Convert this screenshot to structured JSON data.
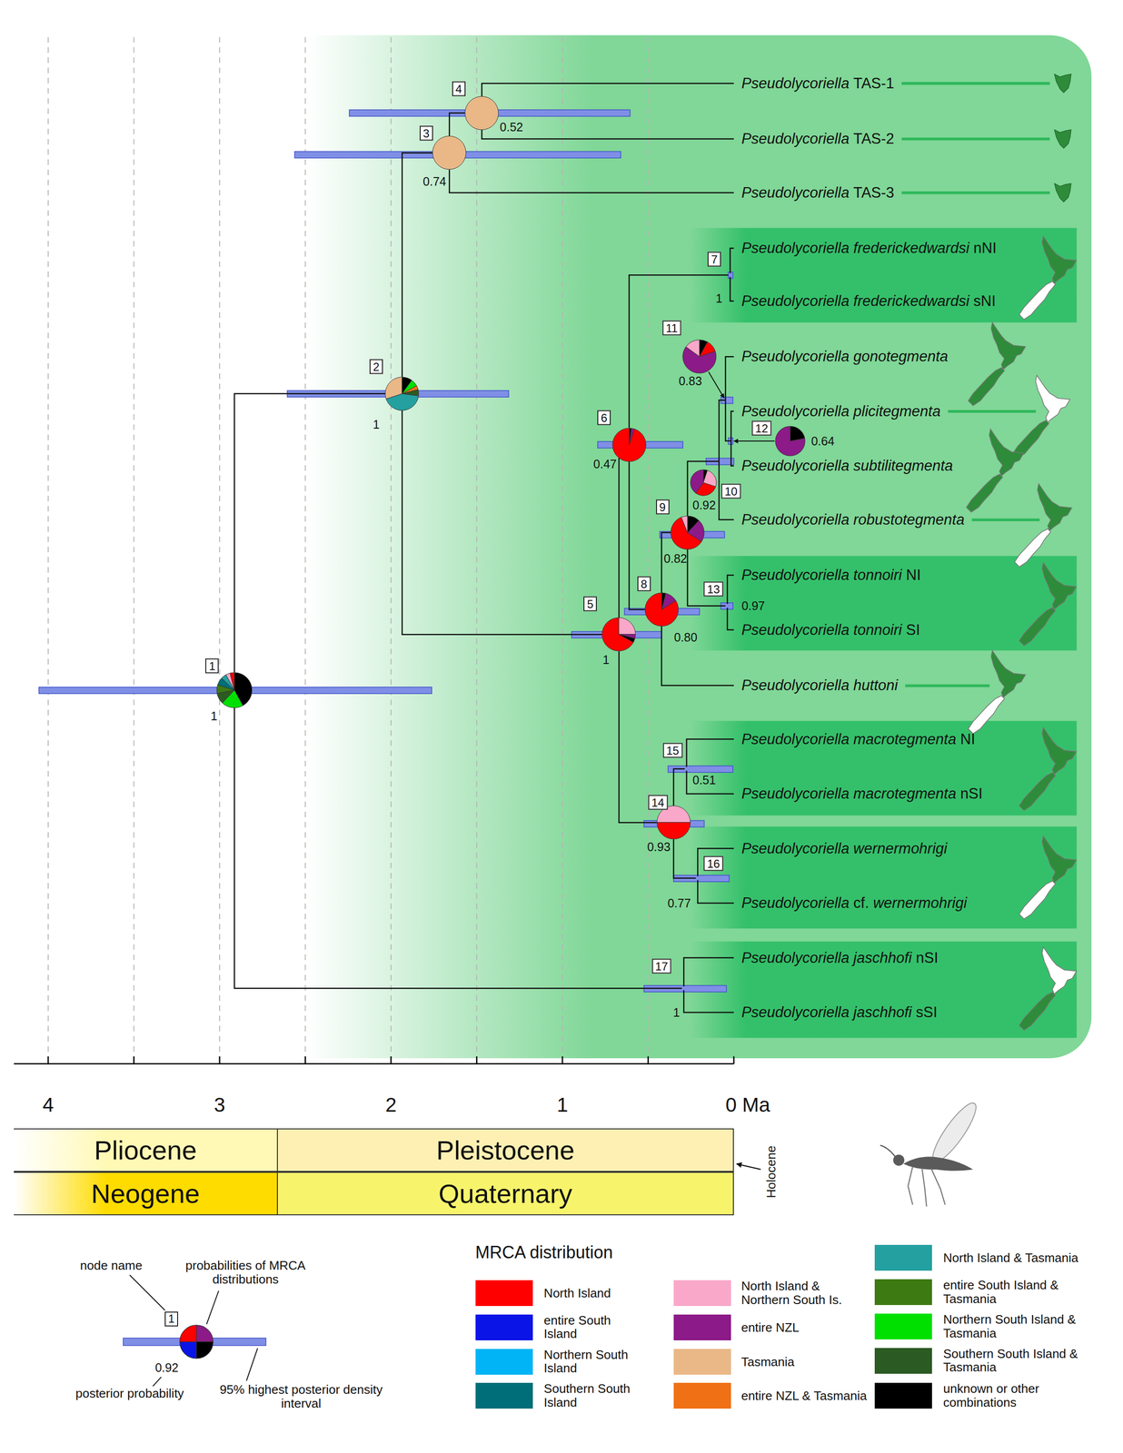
{
  "diagram": {
    "nodes": [
      {
        "text": [
          "1",
          "1"
        ]
      },
      {
        "text": [
          "2",
          "1"
        ]
      },
      {
        "text": [
          "3",
          "0.74"
        ]
      },
      {
        "text": [
          "4",
          "0.52"
        ]
      },
      {
        "text": [
          "5",
          "1"
        ]
      },
      {
        "text": [
          "6",
          "0.47"
        ]
      },
      {
        "text": [
          "7",
          "1"
        ]
      },
      {
        "text": [
          "8",
          "0.80"
        ]
      },
      {
        "text": [
          "9",
          "0.82"
        ]
      },
      {
        "text": [
          "10",
          "0.92"
        ]
      },
      {
        "text": [
          "11",
          "0.83"
        ]
      },
      {
        "text": [
          "12",
          "0.64"
        ]
      },
      {
        "text": [
          "13",
          "0.97"
        ]
      },
      {
        "text": [
          "14",
          "0.93"
        ]
      },
      {
        "text": [
          "15",
          "0.51"
        ]
      },
      {
        "text": [
          "16",
          "0.77"
        ]
      },
      {
        "text": [
          "17",
          "1"
        ]
      },
      {
        "text": [
          "Pseudolycoriella TAS-1"
        ]
      },
      {
        "text": [
          "Pseudolycoriella TAS-2"
        ]
      },
      {
        "text": [
          "Pseudolycoriella TAS-3"
        ]
      },
      {
        "text": [
          "Pseudolycoriella frederickedwardsi nNI"
        ]
      },
      {
        "text": [
          "Pseudolycoriella frederickedwardsi sNI"
        ]
      },
      {
        "text": [
          "Pseudolycoriella gonotegmenta"
        ]
      },
      {
        "text": [
          "Pseudolycoriella plicitegmenta"
        ]
      },
      {
        "text": [
          "Pseudolycoriella subtilitegmenta"
        ]
      },
      {
        "text": [
          "Pseudolycoriella robustotegmenta"
        ]
      },
      {
        "text": [
          "Pseudolycoriella tonnoiri NI"
        ]
      },
      {
        "text": [
          "Pseudolycoriella tonnoiri SI"
        ]
      },
      {
        "text": [
          "Pseudolycoriella huttoni"
        ]
      },
      {
        "text": [
          "Pseudolycoriella macrotegmenta NI"
        ]
      },
      {
        "text": [
          "Pseudolycoriella macrotegmenta nSI"
        ]
      },
      {
        "text": [
          "Pseudolycoriella wernermohrigi"
        ]
      },
      {
        "text": [
          "Pseudolycoriella cf. wernermohrigi"
        ]
      },
      {
        "text": [
          "Pseudolycoriella jaschhofi nSI"
        ]
      },
      {
        "text": [
          "Pseudolycoriella jaschhofi sSI"
        ]
      },
      {
        "text": [
          "Pliocene"
        ]
      },
      {
        "text": [
          "Pleistocene"
        ]
      },
      {
        "text": [
          "Neogene"
        ]
      },
      {
        "text": [
          "Quaternary"
        ]
      }
    ],
    "edges": [
      {
        "from": 0,
        "to": 1,
        "arrow": "none"
      },
      {
        "from": 0,
        "to": 16,
        "arrow": "none"
      },
      {
        "from": 1,
        "to": 2,
        "arrow": "none"
      },
      {
        "from": 1,
        "to": 4,
        "arrow": "none"
      },
      {
        "from": 2,
        "to": 3,
        "arrow": "none"
      },
      {
        "from": 2,
        "to": 19,
        "arrow": "none"
      },
      {
        "from": 3,
        "to": 17,
        "arrow": "none"
      },
      {
        "from": 3,
        "to": 18,
        "arrow": "none"
      },
      {
        "from": 4,
        "to": 5,
        "arrow": "none"
      },
      {
        "from": 4,
        "to": 13,
        "arrow": "none"
      },
      {
        "from": 5,
        "to": 6,
        "arrow": "none"
      },
      {
        "from": 5,
        "to": 7,
        "arrow": "none"
      },
      {
        "from": 6,
        "to": 20,
        "arrow": "none"
      },
      {
        "from": 6,
        "to": 21,
        "arrow": "none"
      },
      {
        "from": 7,
        "to": 8,
        "arrow": "none"
      },
      {
        "from": 7,
        "to": 28,
        "arrow": "none"
      },
      {
        "from": 8,
        "to": 9,
        "arrow": "none"
      },
      {
        "from": 8,
        "to": 12,
        "arrow": "none"
      },
      {
        "from": 9,
        "to": 10,
        "arrow": "none"
      },
      {
        "from": 9,
        "to": 25,
        "arrow": "none"
      },
      {
        "from": 10,
        "to": 22,
        "arrow": "none"
      },
      {
        "from": 10,
        "to": 11,
        "arrow": "none"
      },
      {
        "from": 11,
        "to": 23,
        "arrow": "none"
      },
      {
        "from": 11,
        "to": 24,
        "arrow": "none"
      },
      {
        "from": 12,
        "to": 26,
        "arrow": "none"
      },
      {
        "from": 12,
        "to": 27,
        "arrow": "none"
      },
      {
        "from": 13,
        "to": 14,
        "arrow": "none"
      },
      {
        "from": 13,
        "to": 15,
        "arrow": "none"
      },
      {
        "from": 14,
        "to": 29,
        "arrow": "none"
      },
      {
        "from": 14,
        "to": 30,
        "arrow": "none"
      },
      {
        "from": 15,
        "to": 31,
        "arrow": "none"
      },
      {
        "from": 15,
        "to": 32,
        "arrow": "none"
      },
      {
        "from": 16,
        "to": 33,
        "arrow": "none"
      },
      {
        "from": 16,
        "to": 34,
        "arrow": "none"
      }
    ],
    "labels": [
      "4",
      "3",
      "2",
      "1",
      "0 Ma",
      "Holocene",
      "MRCA distribution",
      "node name",
      "probabilities of MRCA distributions",
      "1",
      "0.92",
      "posterior probability",
      "95% highest posterior density interval"
    ],
    "legend": [
      {
        "text": "North Island",
        "color": "#ff0000"
      },
      {
        "text": "entire South Island",
        "color": "#0a14e6"
      },
      {
        "text": "Northern South Island",
        "color": "#00b4f5"
      },
      {
        "text": "Southern South Island",
        "color": "#006e78"
      },
      {
        "text": "North Island & Northern South Is.",
        "color": "#f9a8c9"
      },
      {
        "text": "entire NZL",
        "color": "#8c1a88"
      },
      {
        "text": "Tasmania",
        "color": "#eab887"
      },
      {
        "text": "entire NZL & Tasmania",
        "color": "#f07015"
      },
      {
        "text": "North Island & Tasmania",
        "color": "#24a0a0"
      },
      {
        "text": "entire South Island & Tasmania",
        "color": "#3d7a12"
      },
      {
        "text": "Northern South Island & Tasmania",
        "color": "#00e000"
      },
      {
        "text": "Southern South Island & Tasmania",
        "color": "#2b5a22"
      },
      {
        "text": "unknown or other combinations",
        "color": "#000000"
      }
    ]
  }
}
